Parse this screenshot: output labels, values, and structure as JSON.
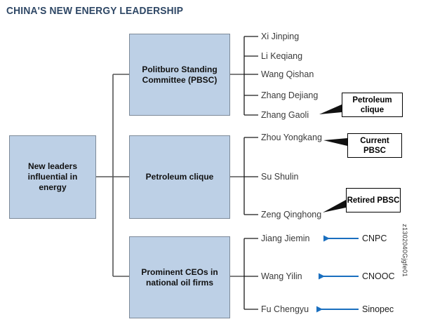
{
  "title": "CHINA'S NEW ENERGY LEADERSHIP",
  "image_id": "z1302040Gjgfe01",
  "colors": {
    "box_fill": "#bdd0e6",
    "box_border": "#7d8a99",
    "title": "#2e4765",
    "connector": "#555555",
    "leaf_connector": "#1a1a1a",
    "arrow_blue": "#1a6fbf",
    "callout_border": "#000000",
    "leaf_text": "#3a3a3a"
  },
  "root": {
    "label": "New leaders influential in energy"
  },
  "groups": [
    {
      "box_label": "Politburo Standing Committee (PBSC)",
      "members": [
        {
          "name": "Xi Jinping"
        },
        {
          "name": "Li Keqiang"
        },
        {
          "name": "Wang Qishan"
        },
        {
          "name": "Zhang Dejiang"
        },
        {
          "name": "Zhang Gaoli",
          "callout": "Petroleum clique"
        }
      ]
    },
    {
      "box_label": "Petroleum clique",
      "members": [
        {
          "name": "Zhou Yongkang",
          "callout": "Current PBSC"
        },
        {
          "name": "Su Shulin"
        },
        {
          "name": "Zeng Qinghong",
          "callout": "Retired PBSC"
        }
      ]
    },
    {
      "box_label": "Prominent CEOs in national oil firms",
      "members": [
        {
          "name": "Jiang Jiemin",
          "firm": "CNPC"
        },
        {
          "name": "Wang Yilin",
          "firm": "CNOOC"
        },
        {
          "name": "Fu Chengyu",
          "firm": "Sinopec"
        }
      ]
    }
  ]
}
